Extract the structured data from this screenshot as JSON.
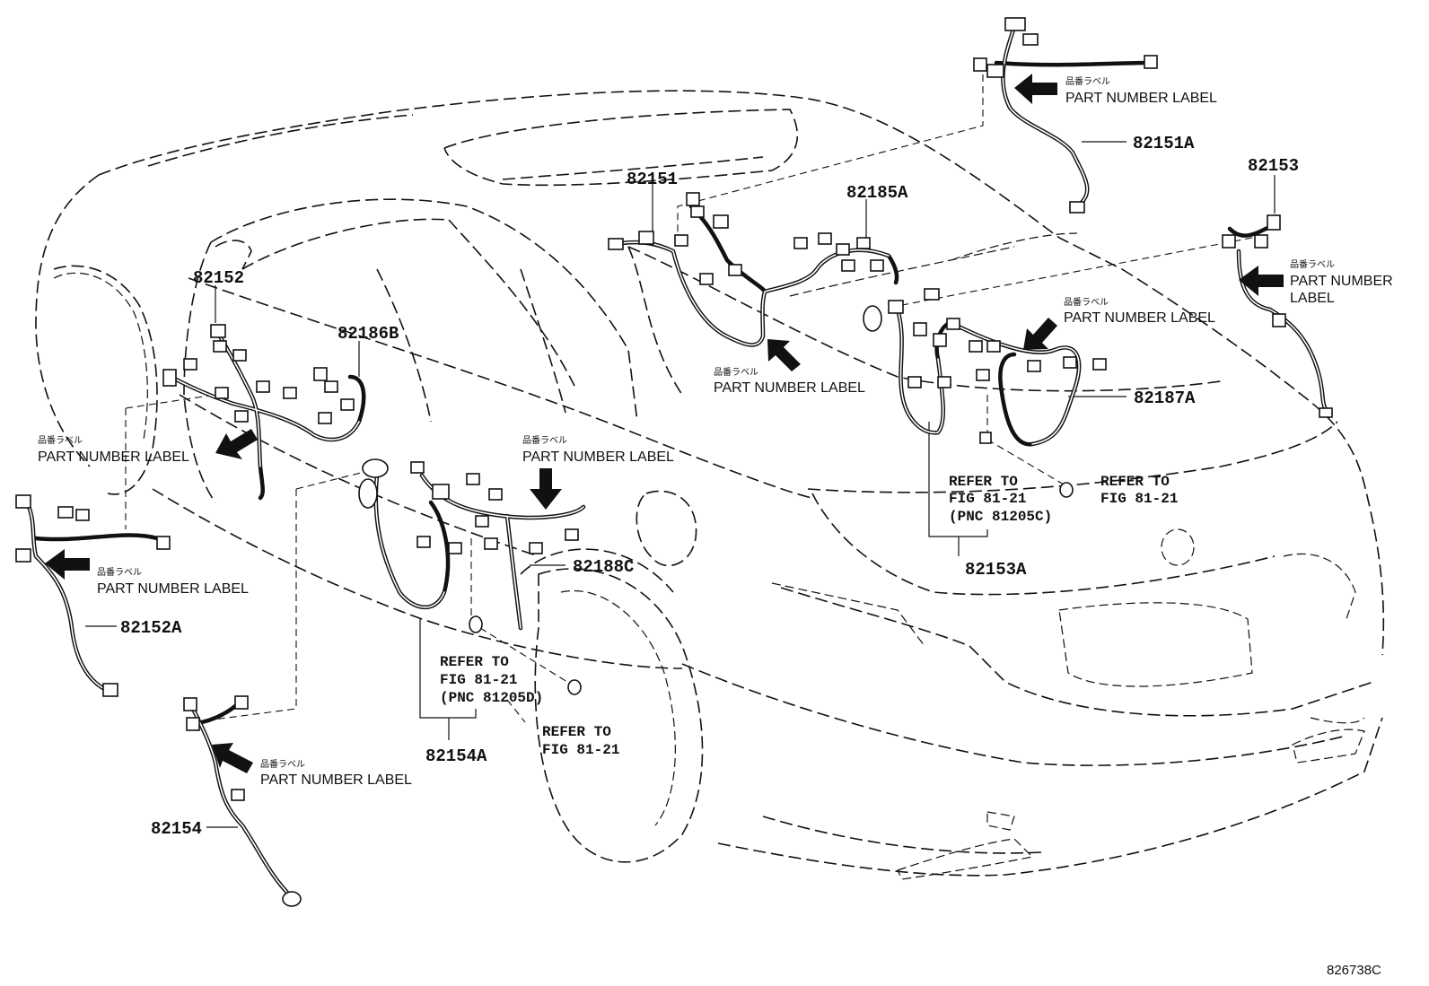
{
  "diagram": {
    "part_numbers": {
      "p82151A": "82151A",
      "p82151": "82151",
      "p82185A": "82185A",
      "p82153": "82153",
      "p82152": "82152",
      "p82186B": "82186B",
      "p82187A": "82187A",
      "p82152A": "82152A",
      "p82188C": "82188C",
      "p82153A": "82153A",
      "p82154A": "82154A",
      "p82154": "82154"
    },
    "label_en": "PART NUMBER LABEL",
    "label_en_split_1": "PART NUMBER",
    "label_en_split_2": "LABEL",
    "label_jp": "品番ラベル",
    "refer_to": "REFER TO",
    "fig": "FIG 81-21",
    "pnc_c": "(PNC 81205C)",
    "pnc_d": "(PNC 81205D)",
    "drawing_code": "826738C"
  }
}
